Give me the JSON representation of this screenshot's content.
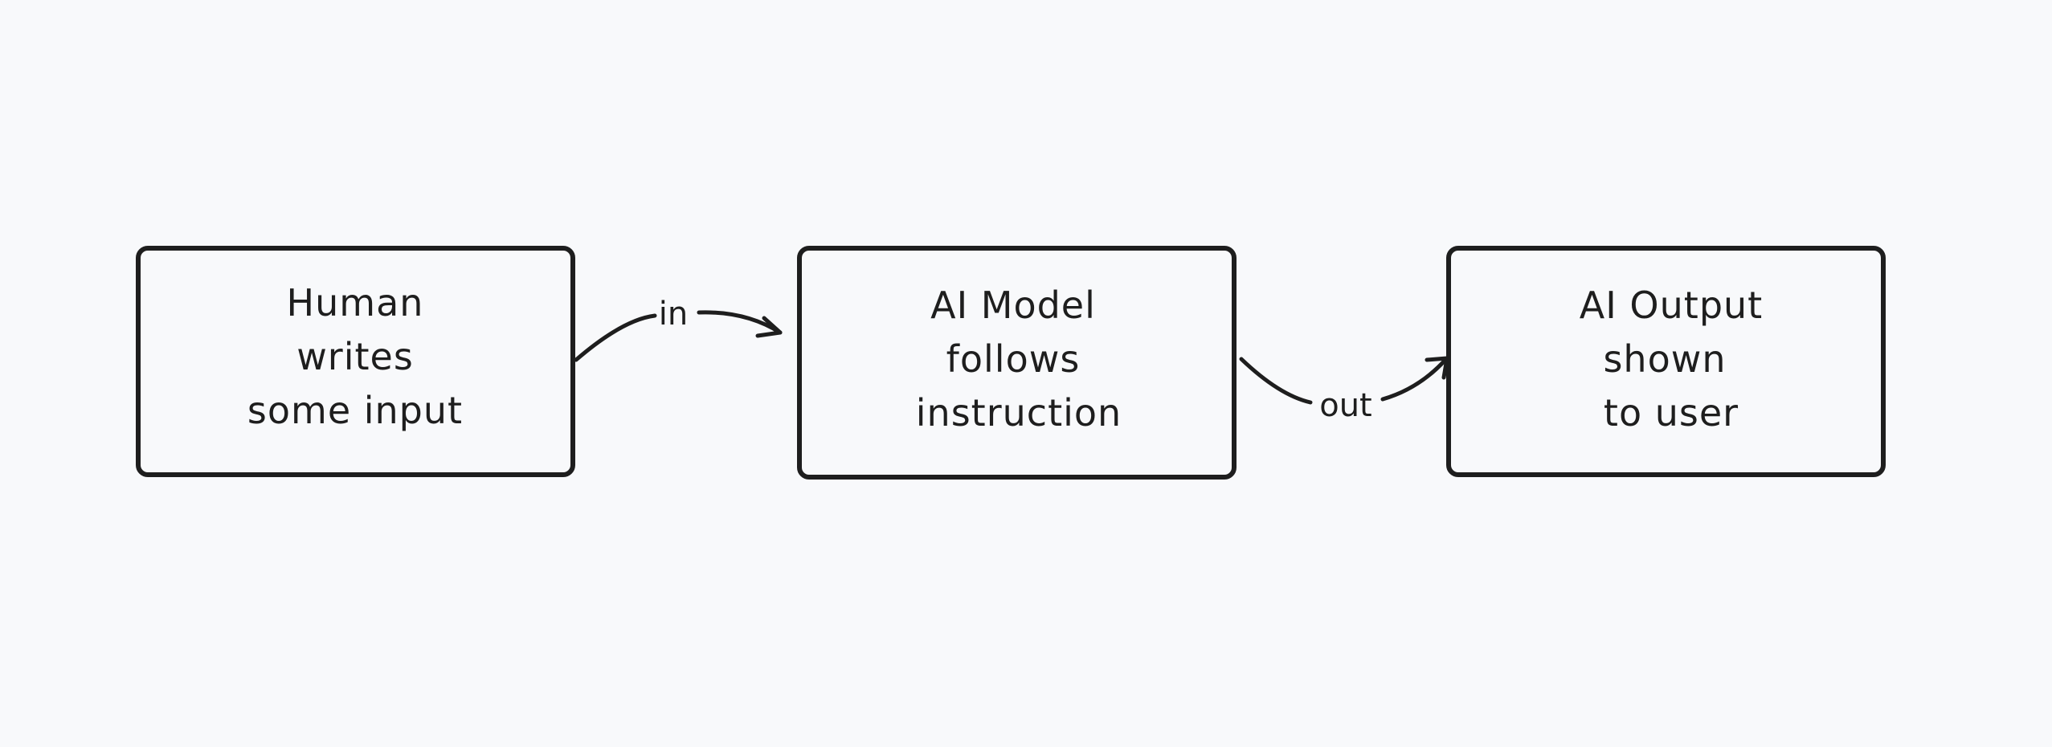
{
  "diagram": {
    "nodes": [
      {
        "id": "human",
        "lines": [
          "Human",
          "writes",
          "some input"
        ]
      },
      {
        "id": "ai-model",
        "lines": [
          "AI Model",
          "follows",
          "instruction"
        ]
      },
      {
        "id": "ai-output",
        "lines": [
          "AI Output",
          "shown",
          "to user"
        ]
      }
    ],
    "edges": [
      {
        "from": "human",
        "to": "ai-model",
        "label": "in"
      },
      {
        "from": "ai-model",
        "to": "ai-output",
        "label": "out"
      }
    ]
  },
  "colors": {
    "background": "#f8f9fb",
    "stroke": "#1e1e1e"
  }
}
